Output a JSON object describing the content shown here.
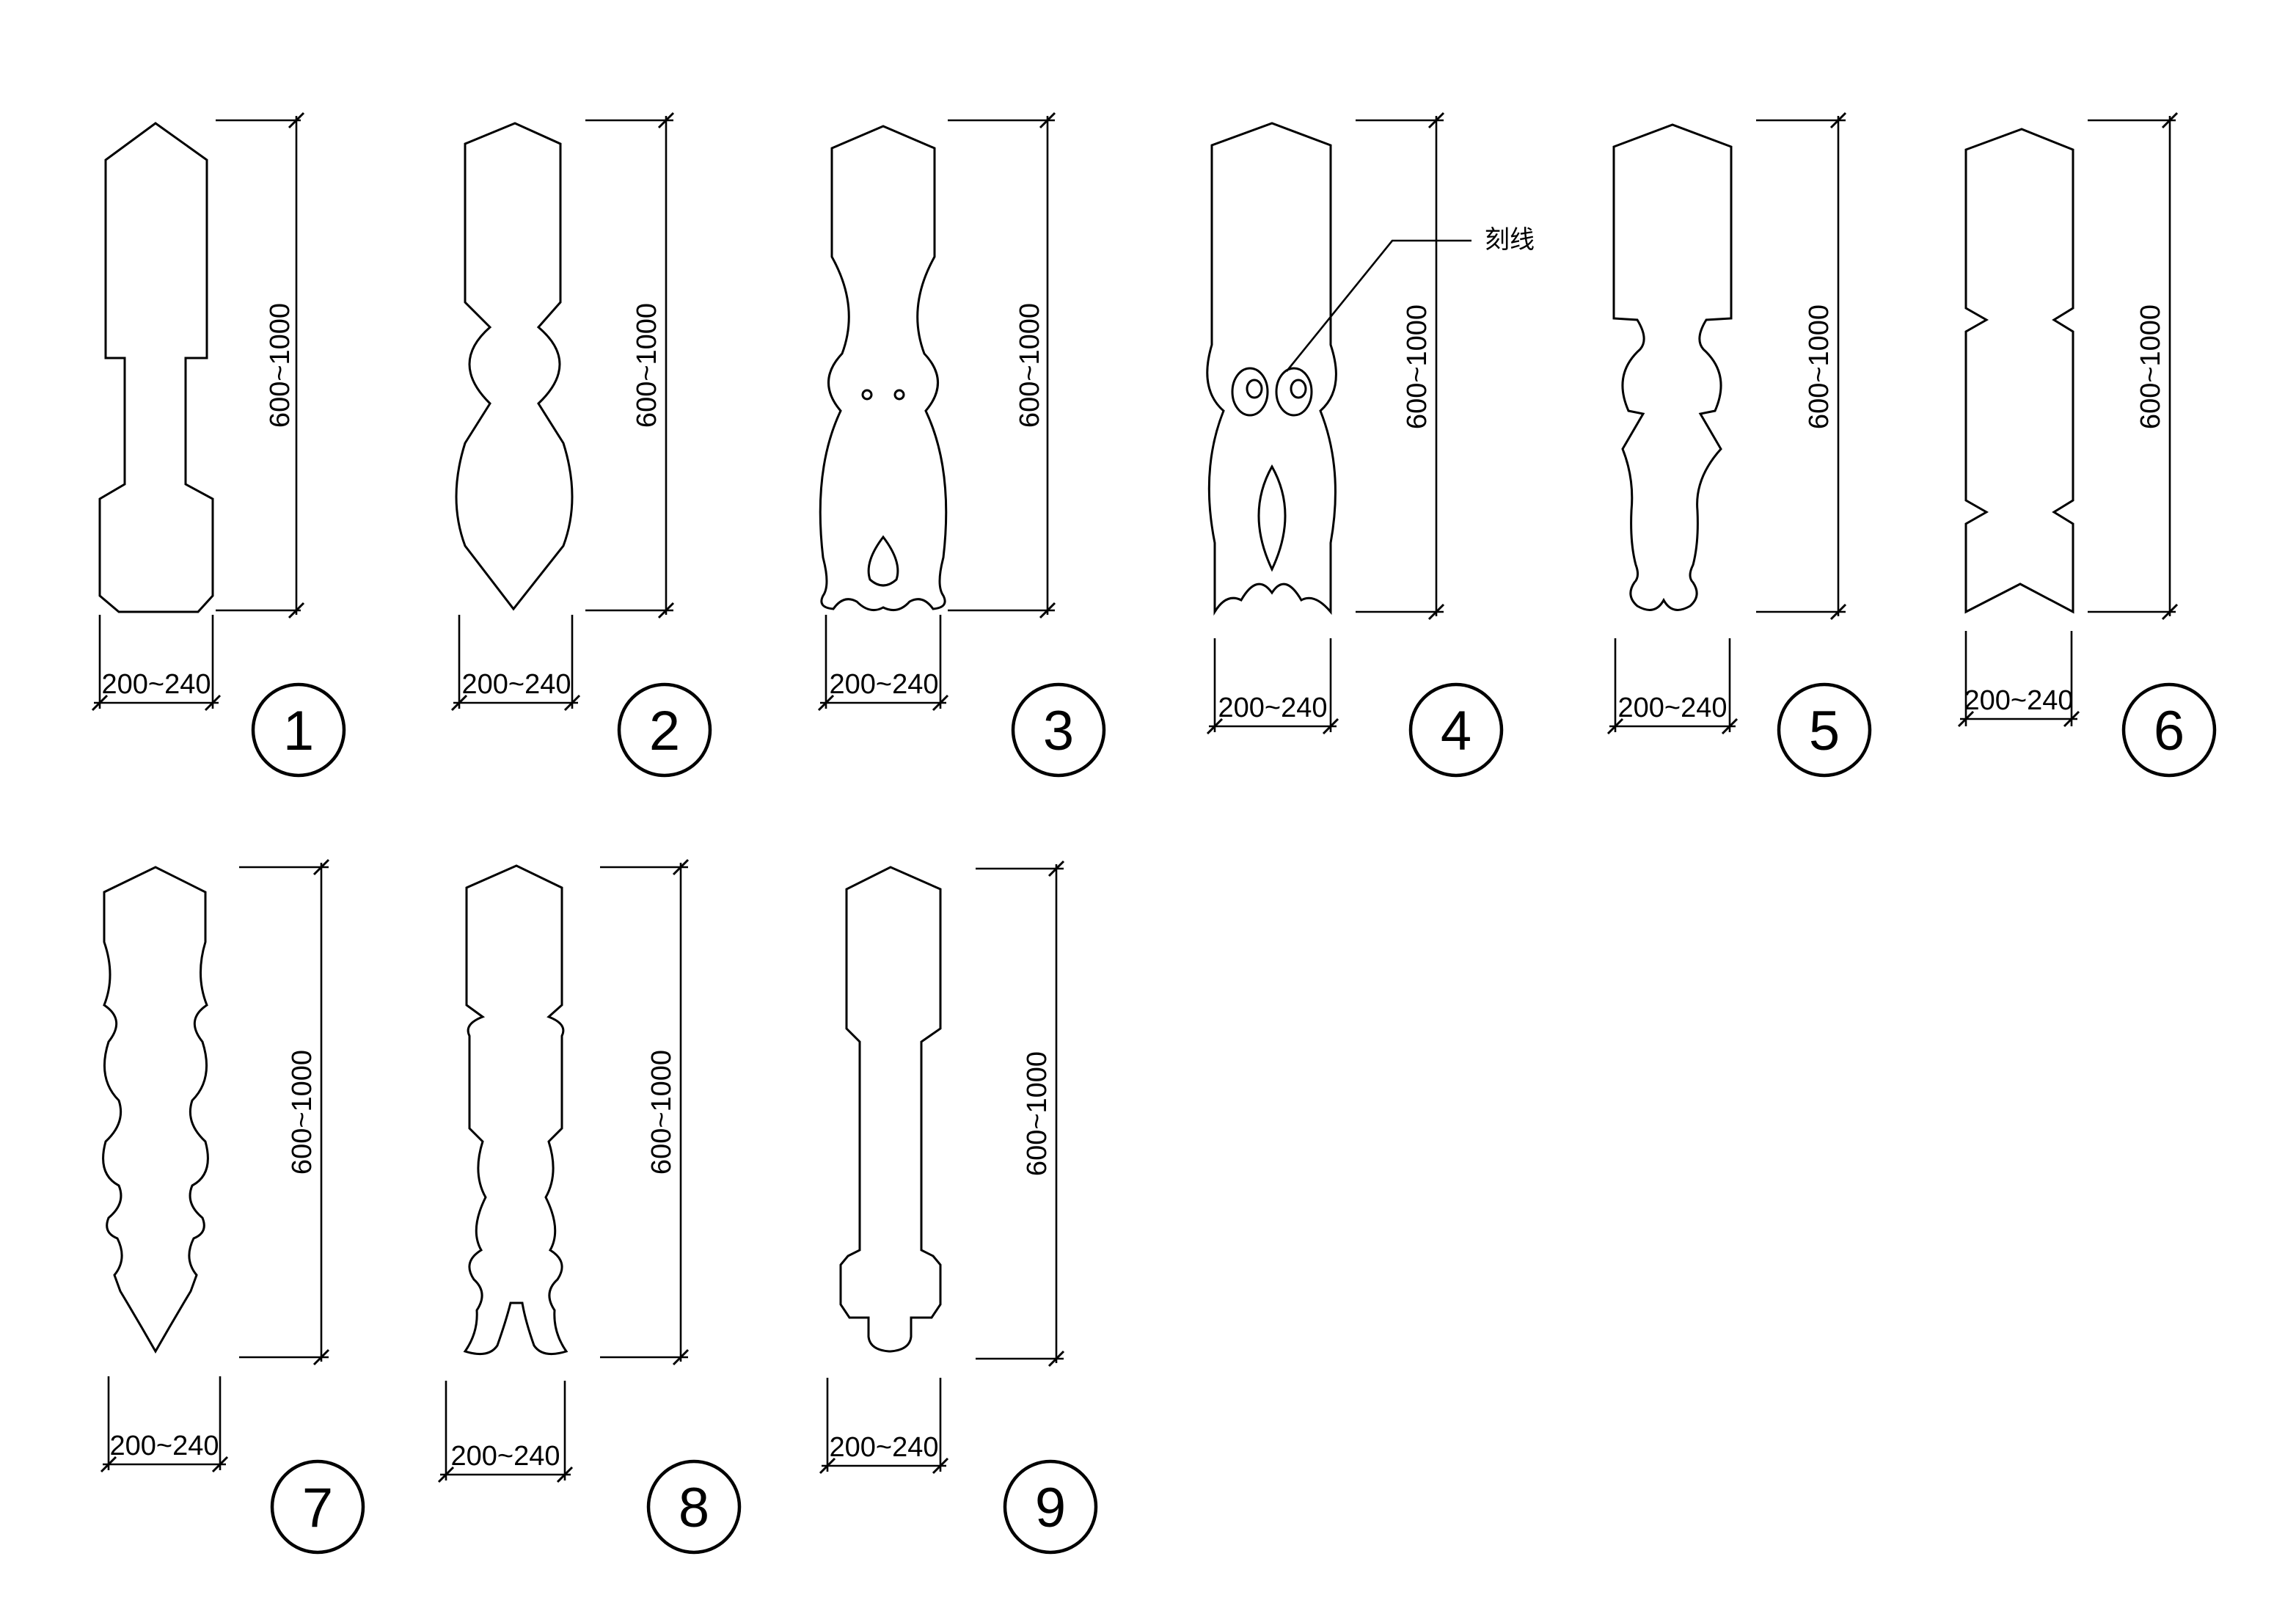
{
  "drawing_title": "",
  "annotation": {
    "engraving_label": "刻线"
  },
  "panels": [
    {
      "id": "1",
      "label": "1",
      "height_dim": "600~1000",
      "width_dim": "200~240"
    },
    {
      "id": "2",
      "label": "2",
      "height_dim": "600~1000",
      "width_dim": "200~240"
    },
    {
      "id": "3",
      "label": "3",
      "height_dim": "600~1000",
      "width_dim": "200~240"
    },
    {
      "id": "4",
      "label": "4",
      "height_dim": "600~1000",
      "width_dim": "200~240"
    },
    {
      "id": "5",
      "label": "5",
      "height_dim": "600~1000",
      "width_dim": "200~240"
    },
    {
      "id": "6",
      "label": "6",
      "height_dim": "600~1000",
      "width_dim": "200~240"
    },
    {
      "id": "7",
      "label": "7",
      "height_dim": "600~1000",
      "width_dim": "200~240"
    },
    {
      "id": "8",
      "label": "8",
      "height_dim": "600~1000",
      "width_dim": "200~240"
    },
    {
      "id": "9",
      "label": "9",
      "height_dim": "600~1000",
      "width_dim": "200~240"
    }
  ]
}
